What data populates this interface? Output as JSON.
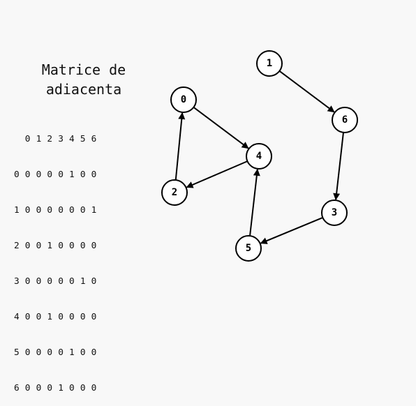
{
  "matrix_title": [
    "Matrice de",
    "adiacenta"
  ],
  "matrix_rows": [
    "  0 1 2 3 4 5 6",
    "0 0 0 0 0 1 0 0",
    "1 0 0 0 0 0 0 1",
    "2 0 0 1 0 0 0 0",
    "3 0 0 0 0 0 1 0",
    "4 0 0 1 0 0 0 0",
    "5 0 0 0 0 1 0 0",
    "6 0 0 0 1 0 0 0"
  ],
  "graph": {
    "nodes": [
      "0",
      "1",
      "2",
      "3",
      "4",
      "5",
      "6"
    ],
    "edges": [
      {
        "from": "0",
        "to": "4"
      },
      {
        "from": "1",
        "to": "6"
      },
      {
        "from": "2",
        "to": "0"
      },
      {
        "from": "3",
        "to": "5"
      },
      {
        "from": "4",
        "to": "2"
      },
      {
        "from": "5",
        "to": "4"
      },
      {
        "from": "6",
        "to": "3"
      }
    ]
  }
}
